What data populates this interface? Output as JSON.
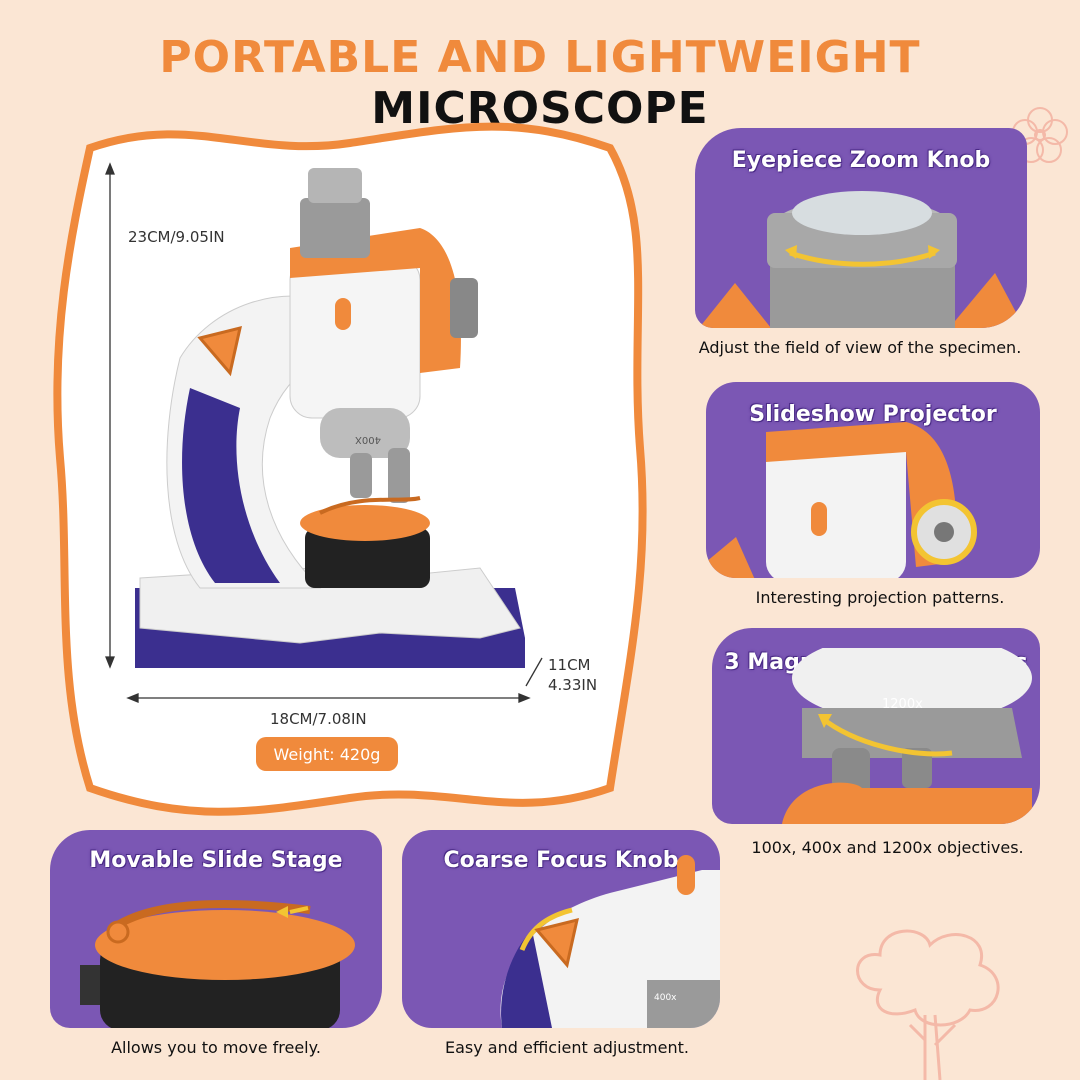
{
  "title": {
    "part1": "PORTABLE AND LIGHTWEIGHT",
    "part2": "MICROSCOPE"
  },
  "dimensions": {
    "height": "23CM/9.05IN",
    "width": "18CM/7.08IN",
    "depth_cm": "11CM",
    "depth_in": "4.33IN",
    "weight": "Weight: 420g"
  },
  "features": [
    {
      "title": "Eyepiece Zoom Knob",
      "caption": "Adjust the field of view of the specimen."
    },
    {
      "title": "Slideshow Projector",
      "caption": "Interesting projection patterns."
    },
    {
      "title": "3 Magnification Settings",
      "caption": "100x, 400x and 1200x objectives."
    },
    {
      "title": "Movable Slide Stage",
      "caption": "Allows you to move freely."
    },
    {
      "title": "Coarse Focus Knob",
      "caption": "Easy and efficient adjustment."
    }
  ],
  "labels": {
    "obj_400x": "400X",
    "obj_1200x": "1200x",
    "obj_400x_small": "400x"
  },
  "colors": {
    "background": "#fbe6d4",
    "accent": "#f08a3c",
    "purple": "#7b57b4",
    "navy": "#3b2f8f"
  }
}
